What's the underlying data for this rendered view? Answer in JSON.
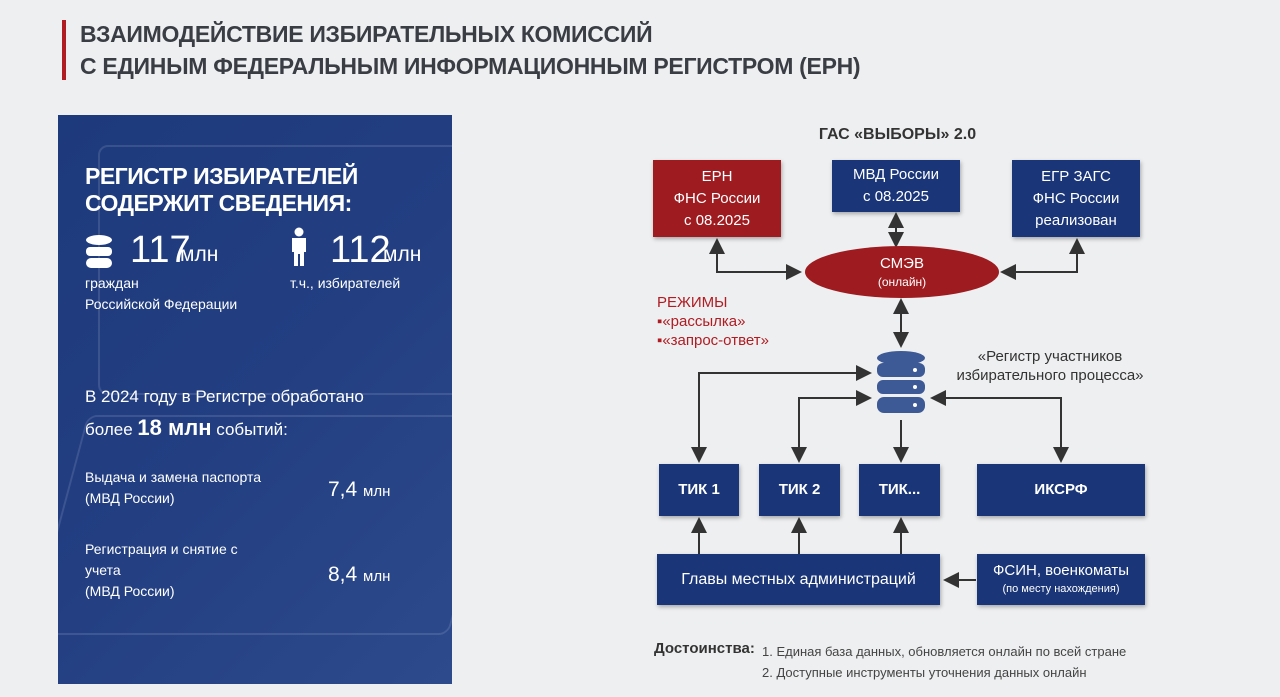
{
  "title": {
    "line1": "ВЗАИМОДЕЙСТВИЕ ИЗБИРАТЕЛЬНЫХ КОМИССИЙ",
    "line2": "С ЕДИНЫМ ФЕДЕРАЛЬНЫМ ИНФОРМАЦИОННЫМ РЕГИСТРОМ (ЕРН)"
  },
  "panel": {
    "heading1": "РЕГИСТР ИЗБИРАТЕЛЕЙ",
    "heading2": "СОДЕРЖИТ СВЕДЕНИЯ:",
    "stat1": {
      "value": "117",
      "unit": "млн",
      "label1": "граждан",
      "label2": "Российской Федерации"
    },
    "stat2": {
      "value": "112",
      "unit": "млн",
      "label1": "т.ч., избирателей"
    },
    "processed1": "В 2024 году в Регистре обработано",
    "processed2_pre": "более",
    "processed2_value": "18 млн",
    "processed2_post": "событий:",
    "items": [
      {
        "line1": "Выдача и замена паспорта",
        "line2": "(МВД России)",
        "value": "7,4",
        "unit": "млн"
      },
      {
        "line1": "Регистрация и снятие с",
        "line2": "учета",
        "line3": "(МВД России)",
        "value": "8,4",
        "unit": "млн"
      }
    ]
  },
  "diagram": {
    "title": "ГАС «ВЫБОРЫ» 2.0",
    "ern": [
      "ЕРН",
      "ФНС России",
      "с 08.2025"
    ],
    "mvd": [
      "МВД России",
      "с 08.2025"
    ],
    "zags": [
      "ЕГР ЗАГС",
      "ФНС России",
      "реализован"
    ],
    "smev": [
      "СМЭВ",
      "(онлайн)"
    ],
    "modes": {
      "title": "РЕЖИМЫ",
      "items": [
        "▪«рассылка»",
        "▪«запрос-ответ»"
      ]
    },
    "registry": [
      "«Регистр участников",
      "избирательного процесса»"
    ],
    "tik1": "ТИК 1",
    "tik2": "ТИК 2",
    "tik3": "ТИК...",
    "iksrf": "ИКСРФ",
    "heads": "Главы местных администраций",
    "fsin": [
      "ФСИН, военкоматы",
      "(по месту нахождения)"
    ],
    "advantages": {
      "label": "Достоинства:",
      "items": [
        "1. Единая база данных, обновляется онлайн по всей стране",
        "2. Доступные инструменты уточнения данных онлайн"
      ]
    },
    "colors": {
      "red": "#9e1b20",
      "blue": "#1a3678"
    }
  }
}
